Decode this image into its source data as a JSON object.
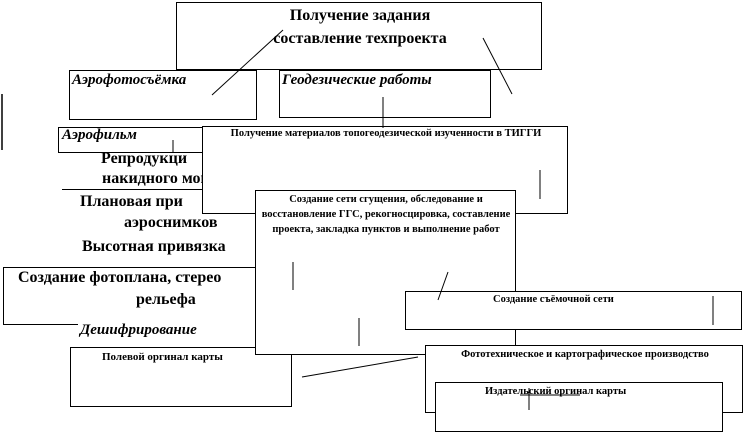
{
  "boxes": {
    "top": "Получение задания составление техпроекта",
    "aerial": "Аэрофотосъёмка",
    "geodetic": "Геодезические работы",
    "aerofilm": "Аэрофильм",
    "reproduction_1": "Репродукци",
    "reproduction_2": "накидного мон",
    "planar_1": "Плановая при",
    "planar_2": "аэроснимков",
    "height": "Высотная привязка",
    "photoplan_1": "Создание фотоплана, стерео",
    "photoplan_2": "рельефа",
    "interpretation": "Дешифрирование",
    "field_original": "Полевой оргинал карты",
    "materials": "Получение материалов топогеодезической изученности в ТИГГИ",
    "network": "Создание сети сгущения, обследование и восстановление ГГС, рекогносцировка, составление проекта, закладка пунктов и выполнение работ",
    "survey_net": "Создание съёмочной сети",
    "phototech": "Фототехническое и картографическое производство",
    "publish": "Издательский оргинал карты"
  }
}
